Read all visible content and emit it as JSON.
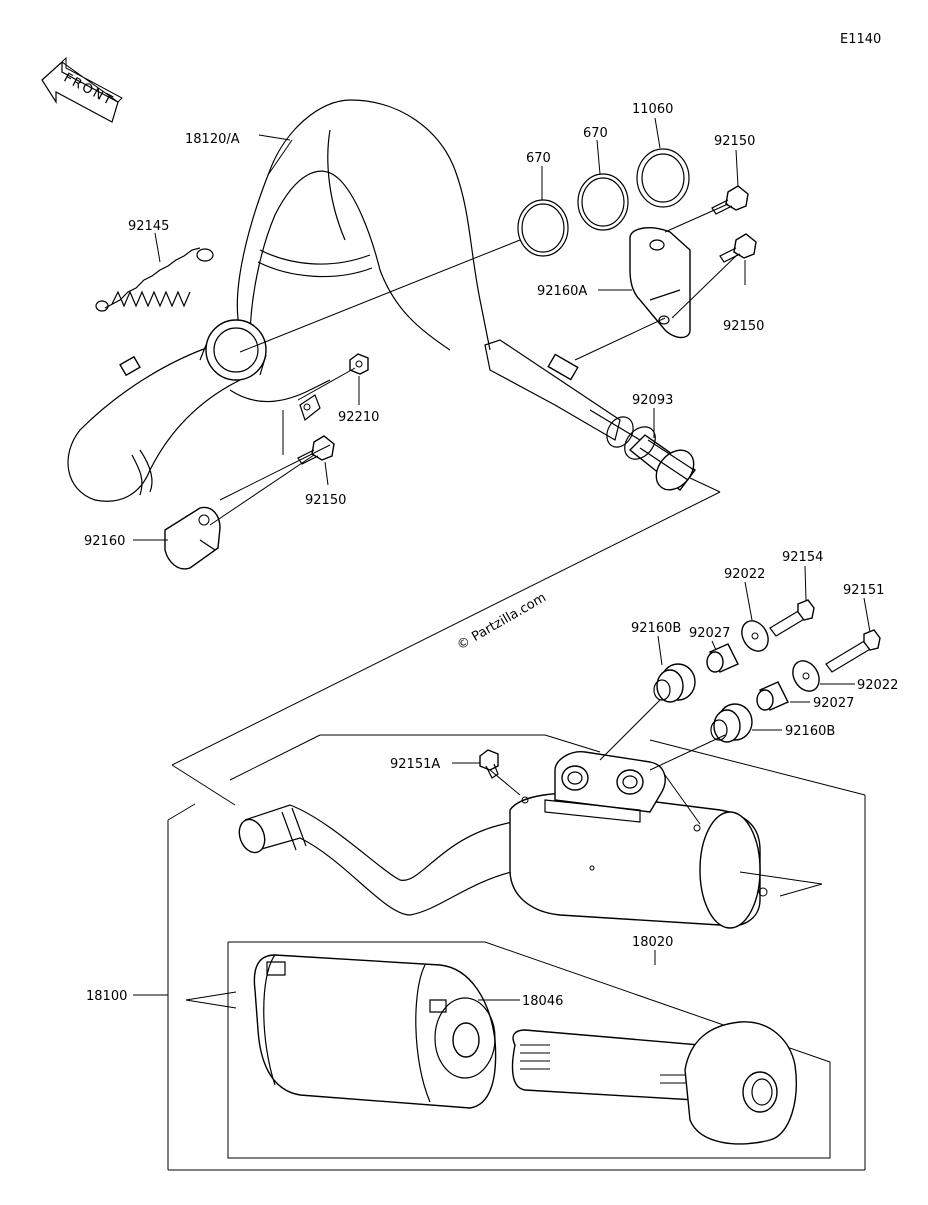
{
  "diagram_code": "E1140",
  "front_label": "FRONT",
  "watermark": "© Partzilla.com",
  "callouts": [
    {
      "id": "c-18120a",
      "label": "18120/A"
    },
    {
      "id": "c-92145",
      "label": "92145"
    },
    {
      "id": "c-670a",
      "label": "670"
    },
    {
      "id": "c-670b",
      "label": "670"
    },
    {
      "id": "c-11060",
      "label": "11060"
    },
    {
      "id": "c-92150a",
      "label": "92150"
    },
    {
      "id": "c-92160a",
      "label": "92160A"
    },
    {
      "id": "c-92150b",
      "label": "92150"
    },
    {
      "id": "c-92210",
      "label": "92210"
    },
    {
      "id": "c-92093",
      "label": "92093"
    },
    {
      "id": "c-92150c",
      "label": "92150"
    },
    {
      "id": "c-92160",
      "label": "92160"
    },
    {
      "id": "c-92154",
      "label": "92154"
    },
    {
      "id": "c-92022a",
      "label": "92022"
    },
    {
      "id": "c-92151",
      "label": "92151"
    },
    {
      "id": "c-92027a",
      "label": "92027"
    },
    {
      "id": "c-92160b1",
      "label": "92160B"
    },
    {
      "id": "c-92022b",
      "label": "92022"
    },
    {
      "id": "c-92027b",
      "label": "92027"
    },
    {
      "id": "c-92160b2",
      "label": "92160B"
    },
    {
      "id": "c-92151a",
      "label": "92151A"
    },
    {
      "id": "c-18020",
      "label": "18020"
    },
    {
      "id": "c-18100",
      "label": "18100"
    },
    {
      "id": "c-18046",
      "label": "18046"
    }
  ]
}
